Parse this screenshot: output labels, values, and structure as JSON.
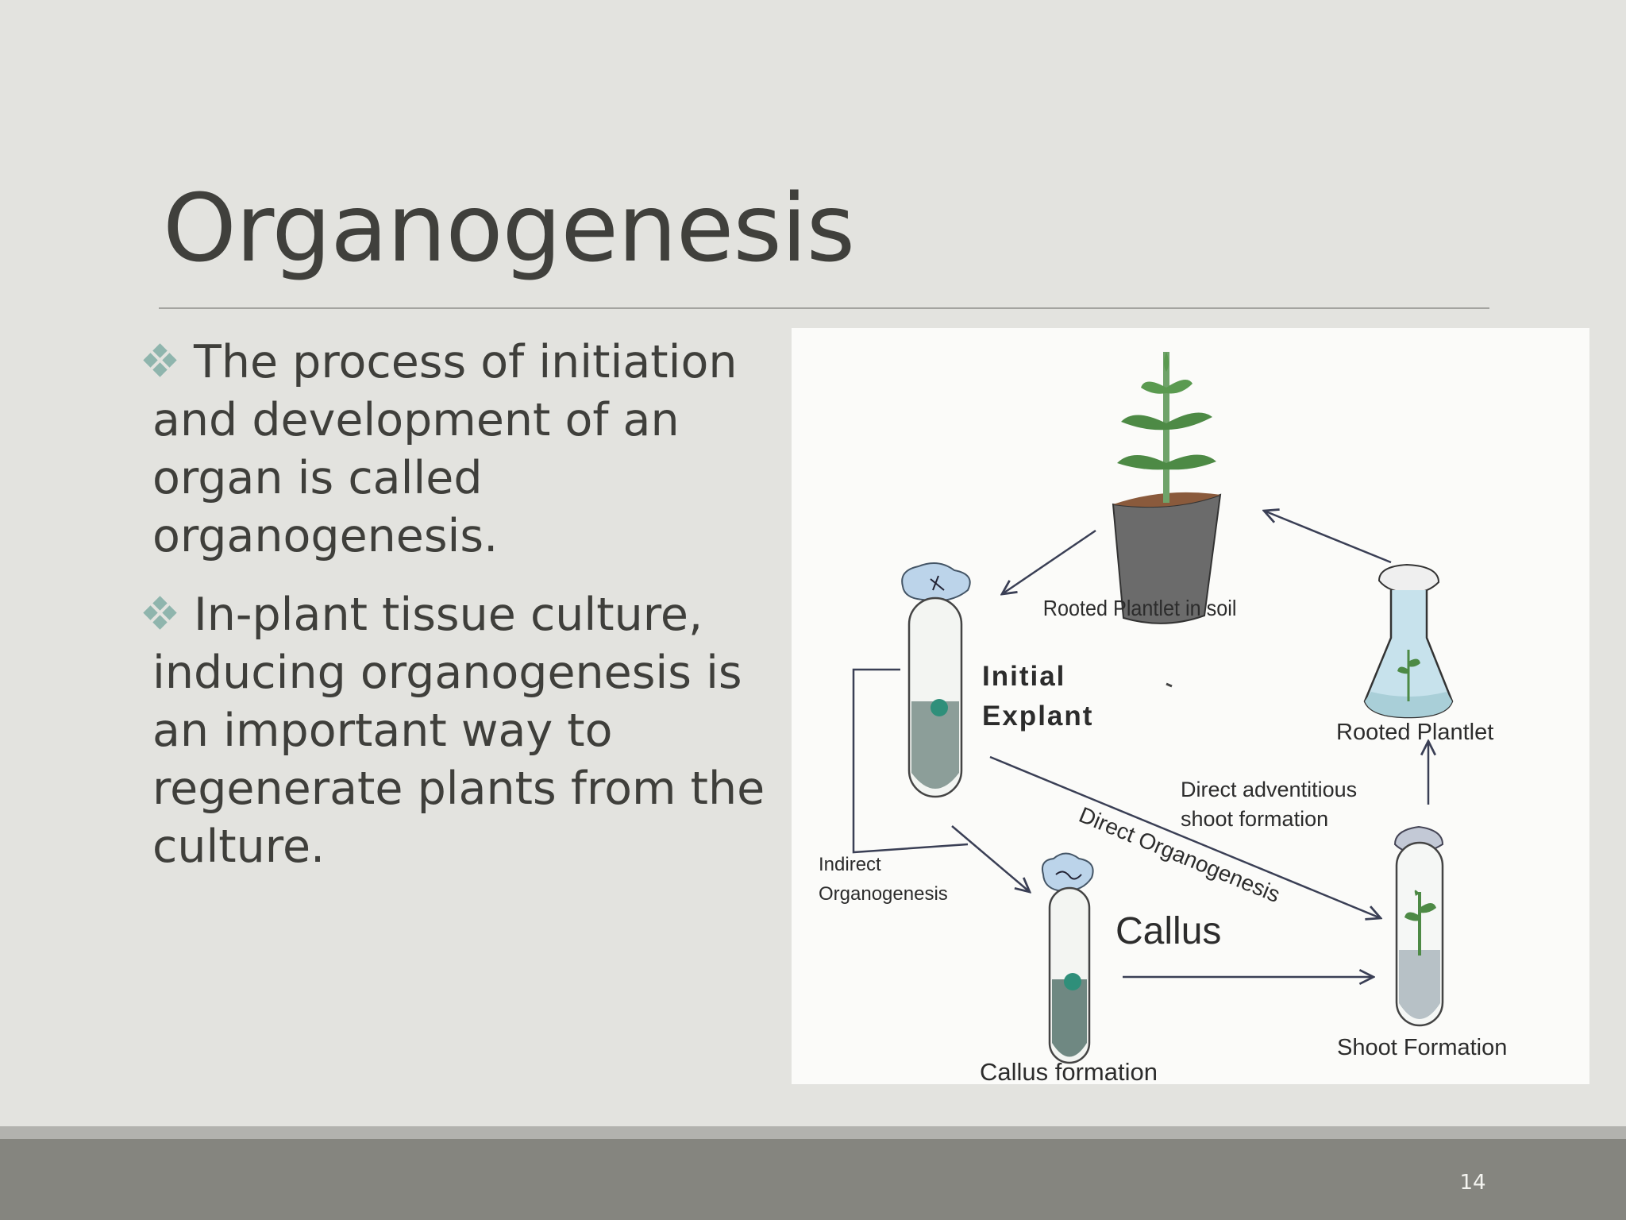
{
  "slide": {
    "title": "Organogenesis",
    "page_number": "14"
  },
  "bullets": [
    {
      "text": "The process of initiation and development of an organ is called organogenesis."
    },
    {
      "text": "In-plant tissue culture, inducing organogenesis is an important way to regenerate plants from the culture."
    }
  ],
  "diagram": {
    "labels": {
      "rooted_soil": "Rooted Plantlet in soil",
      "initial": "Initial",
      "explant": "Explant",
      "rooted_plantlet": "Rooted Plantlet",
      "direct_adv_1": "Direct adventitious",
      "direct_adv_2": "shoot formation",
      "direct_organo": "Direct Organogenesis",
      "indirect_1": "Indirect",
      "indirect_2": "Organogenesis",
      "callus": "Callus",
      "callus_formation": "Callus formation",
      "shoot_formation": "Shoot Formation"
    }
  },
  "colors": {
    "background": "#e3e3df",
    "footer": "#85857f",
    "bullet_mark": "#8fb5ad"
  }
}
